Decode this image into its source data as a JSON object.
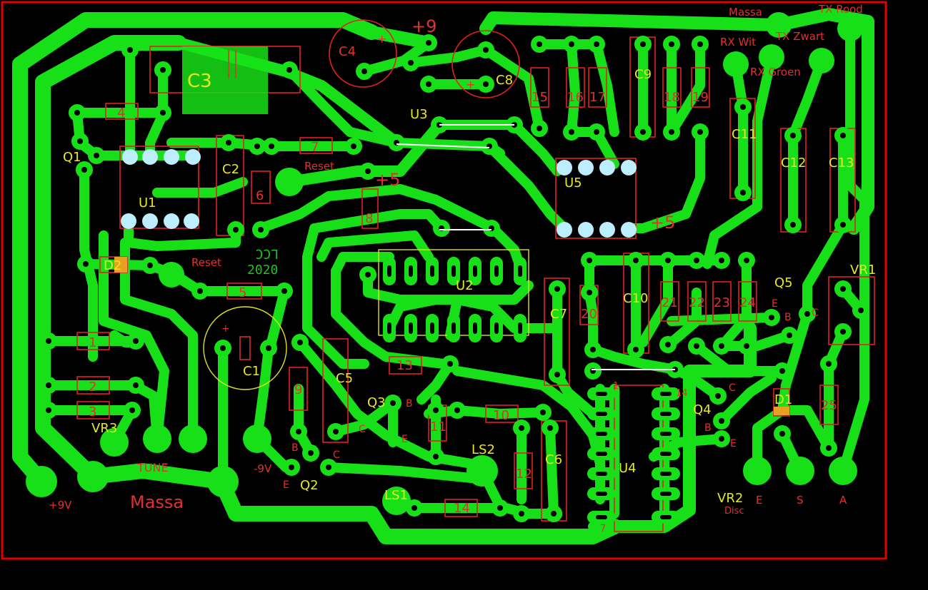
{
  "board": {
    "outline_color": "#e00000",
    "copper_color": "#18e018",
    "silk_color": "#e03030",
    "label_color": "#e8e820"
  },
  "labels": {
    "c3": "C3",
    "c4": "C4",
    "c8": "C8",
    "c9": "C9",
    "c11": "C11",
    "c12": "C12",
    "c13": "C13",
    "c2": "C2",
    "c1": "C1",
    "c5": "C5",
    "c6": "C6",
    "c7": "C7",
    "c10": "C10",
    "u1": "U1",
    "u2": "U2",
    "u3": "U3",
    "u4": "U4",
    "u5": "U5",
    "q1": "Q1",
    "q2": "Q2",
    "q3": "Q3",
    "q4": "Q4",
    "q5": "Q5",
    "d1": "D1",
    "d2": "D2",
    "vr1": "VR1",
    "vr2": "VR2",
    "vr3": "VR3",
    "ls1": "LS1",
    "ls2": "LS2",
    "r1": "1",
    "r2": "2",
    "r3": "3",
    "r4": "4",
    "r5": "5",
    "r6": "6",
    "r7": "7",
    "r8": "8",
    "r9": "9",
    "r10": "10",
    "r11": "11",
    "r12": "12",
    "r13": "13",
    "r14": "14",
    "r15": "15",
    "r16": "16",
    "r17": "17",
    "r18": "18",
    "r19": "19",
    "r20": "20",
    "r21": "21",
    "r22": "22",
    "r23": "23",
    "r24": "24",
    "r25": "25",
    "plus9_top": "+9",
    "plus5_a": "+5",
    "plus5_b": "+5",
    "plus9_bottom": "+9V",
    "minus9": "-9V",
    "massa_top": "Massa",
    "massa_bottom": "Massa",
    "tx_rood": "TX Rood",
    "tx_zwart": "TX Zwart",
    "rx_wit": "RX Wit",
    "rx_groen": "RX Groen",
    "reset1": "Reset",
    "reset2": "Reset",
    "lcc": "LCC",
    "year": "2020",
    "tune": "TUNE",
    "disc": "Disc",
    "vr2_e": "E",
    "vr2_s": "S",
    "vr2_a": "A",
    "q2_b": "B",
    "q2_c": "C",
    "q2_e": "E",
    "q3_b": "B",
    "q3_c": "C",
    "q3_e": "E",
    "q4_c": "C",
    "q4_b": "B",
    "q4_e": "E",
    "q5_e": "E",
    "q5_b": "B",
    "q5_c": "C",
    "u4_pin1": "1",
    "u4_pin7": "7",
    "u4_pin14": "14"
  }
}
